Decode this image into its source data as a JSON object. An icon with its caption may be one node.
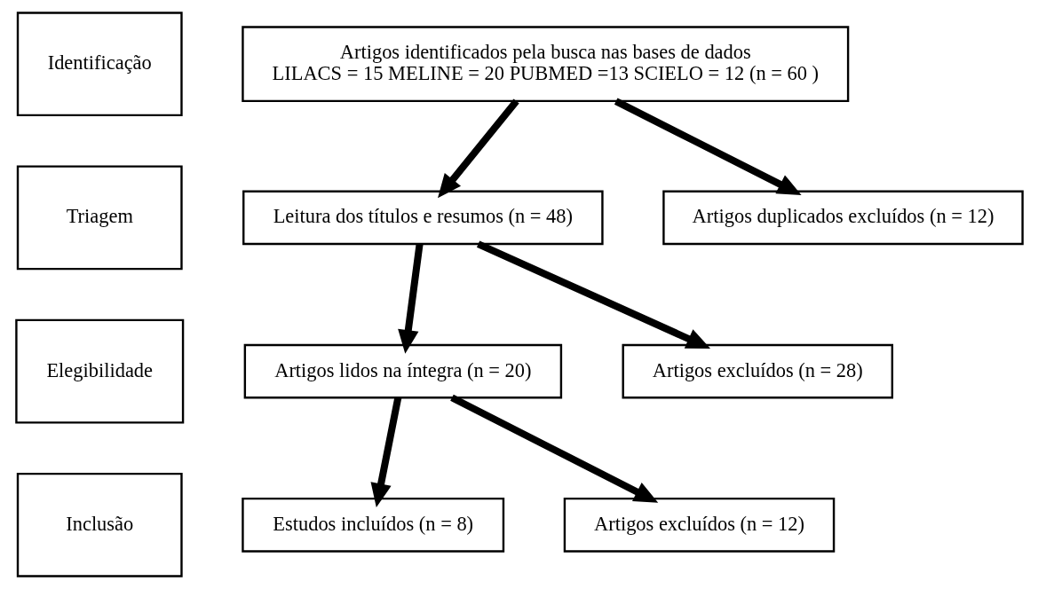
{
  "diagram": {
    "nodes": [
      {
        "text": [
          "Identificação"
        ]
      },
      {
        "text": [
          "Artigos identificados pela busca nas bases de dados",
          "LILACS = 15 MELINE = 20 PUBMED =13 SCIELO = 12 (n = 60 )"
        ]
      },
      {
        "text": [
          "Artigos duplicados excluídos (n = 12)"
        ]
      },
      {
        "text": [
          "Triagem"
        ]
      },
      {
        "text": [
          "Leitura dos títulos e resumos (n = 48)"
        ]
      },
      {
        "text": [
          "Artigos excluídos (n = 28)"
        ]
      },
      {
        "text": [
          "Elegibilidade"
        ]
      },
      {
        "text": [
          "Artigos lidos na íntegra (n = 20)"
        ]
      },
      {
        "text": [
          "Artigos excluídos (n = 12)"
        ]
      },
      {
        "text": [
          "Inclusão"
        ]
      },
      {
        "text": [
          "Estudos incluídos (n = 8)"
        ]
      }
    ],
    "edges": [
      {
        "from": 1,
        "to": 2,
        "arrow": "to"
      },
      {
        "from": 1,
        "to": 4,
        "arrow": "to"
      },
      {
        "from": 4,
        "to": 5,
        "arrow": "to"
      },
      {
        "from": 4,
        "to": 7,
        "arrow": "to"
      },
      {
        "from": 7,
        "to": 8,
        "arrow": "to"
      },
      {
        "from": 7,
        "to": 10,
        "arrow": "to"
      }
    ]
  }
}
